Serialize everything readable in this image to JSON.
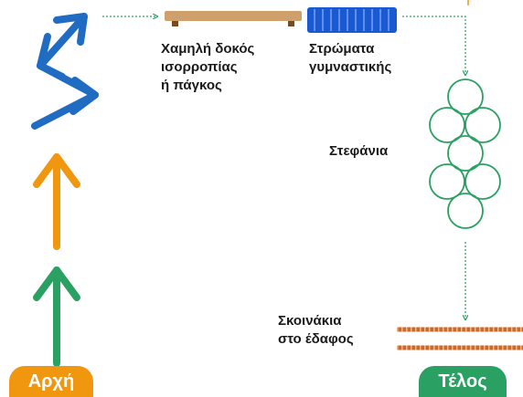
{
  "labels": {
    "beam": [
      "Χαμηλή δοκός",
      "ισορροπίας",
      "ή πάγκος"
    ],
    "mats": [
      "Στρώματα",
      "γυμναστικής"
    ],
    "hoops": "Στεφάνια",
    "ropes": [
      "Σκοινάκια",
      "στο έδαφος"
    ]
  },
  "start": {
    "label": "Αρχή"
  },
  "end": {
    "label": "Τέλος"
  },
  "colors": {
    "start": "#f0960f",
    "end": "#2aa162",
    "green_arrow": "#2aa162",
    "orange_arrow": "#f0960f",
    "blue_arrow": "#1f6cc2",
    "beam": "#cfa06b",
    "beam_legs": "#7a4a1e",
    "mat": "#1959d1",
    "hoop": "#2aa162",
    "rope": "#c96a2c",
    "path": "#2aa162"
  },
  "icons": [
    "zigzag-arrow-icon",
    "up-arrow-icon",
    "balance-beam-icon",
    "gym-mat-icon",
    "hoop-icon",
    "rope-icon",
    "dotted-path-arrow"
  ]
}
